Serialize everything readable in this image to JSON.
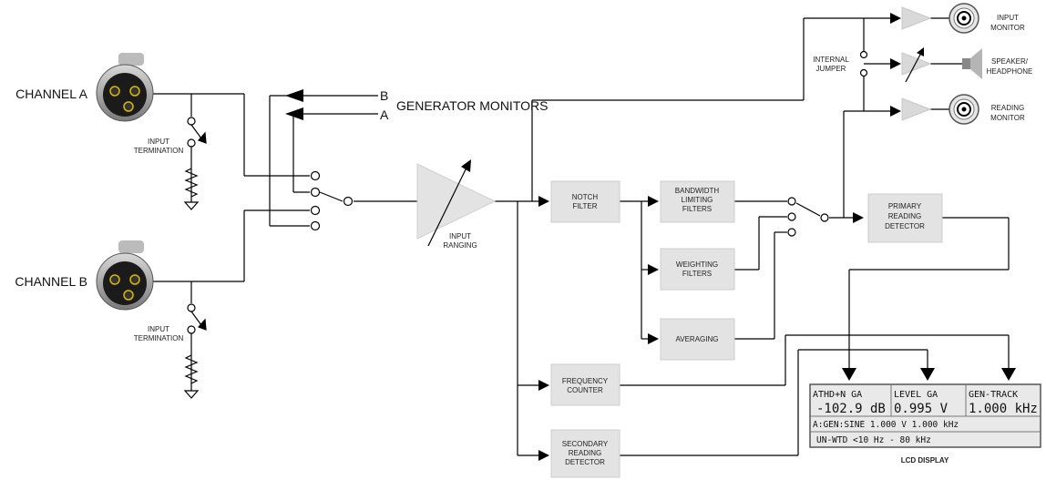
{
  "channels": {
    "a_label": "CHANNEL A",
    "b_label": "CHANNEL B",
    "input_termination_a": [
      "INPUT",
      "TERMINATION"
    ],
    "input_termination_b": [
      "INPUT",
      "TERMINATION"
    ]
  },
  "generator": {
    "monitors_label": "GENERATOR MONITORS",
    "b_label": "B",
    "a_label": "A"
  },
  "ranging": {
    "label": [
      "INPUT",
      "RANGING"
    ]
  },
  "blocks": {
    "notch": [
      "NOTCH",
      "FILTER"
    ],
    "bandwidth": [
      "BANDWIDTH",
      "LIMITING",
      "FILTERS"
    ],
    "weighting": [
      "WEIGHTING",
      "FILTERS"
    ],
    "averaging": [
      "AVERAGING"
    ],
    "primary": [
      "PRIMARY",
      "READING",
      "DETECTOR"
    ],
    "frequency": [
      "FREQUENCY",
      "COUNTER"
    ],
    "secondary": [
      "SECONDARY",
      "READING",
      "DETECTOR"
    ]
  },
  "outputs": {
    "input_monitor": [
      "INPUT",
      "MONITOR"
    ],
    "speaker": [
      "SPEAKER/",
      "HEADPHONE"
    ],
    "reading_monitor": [
      "READING",
      "MONITOR"
    ],
    "internal_jumper": [
      "INTERNAL",
      "JUMPER"
    ]
  },
  "lcd": {
    "caption": "LCD DISPLAY",
    "cell1_top": "ATHD+N  GA",
    "cell1_val": "-102.9 dB",
    "cell2_top": "LEVEL   GA",
    "cell2_val": "0.995   V",
    "cell3_top": "GEN-TRACK",
    "cell3_val": "1.000  kHz",
    "row2": "A:GEN:SINE  1.000   V   1.000  kHz",
    "row3": "UN-WTD      <10 Hz  -  80 kHz"
  }
}
